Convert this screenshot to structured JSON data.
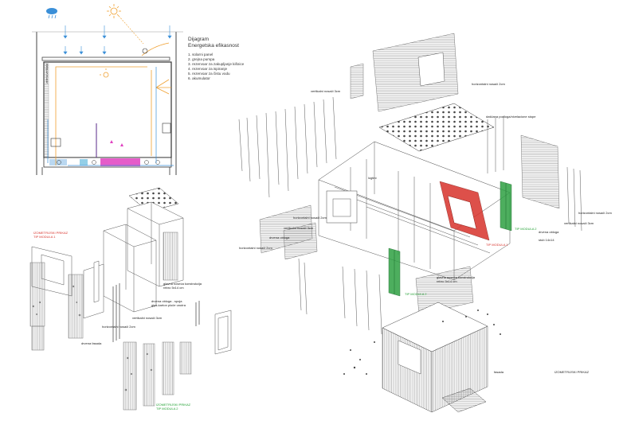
{
  "legend": {
    "title": "Dijagram",
    "subtitle": "Energetska efikasnost",
    "items": [
      "1. solarni panel",
      "2. grejna pumpa",
      "3. rezervoar za zakupljanje kišnice",
      "4. rezervoar za ispiranje",
      "5. rezervoar za čistu vodu",
      "6. akumulator"
    ]
  },
  "section": {
    "wall_label": "zelena vertikala"
  },
  "left_axon": {
    "title_1": "IZOMETRIJSKI PRIKAZ",
    "subtitle_1": "TIP MODULA 1",
    "title_2": "IZOMETRIJSKI PRIKAZ",
    "subtitle_2": "TIP MODULA 2",
    "labels": {
      "glavna": "glavna noseća konstrukcija",
      "glavna_dim": "rebro 5x14 cm",
      "obloga": "drvena obloga - spoja",
      "obloga2": "gips-karton ploče unutra",
      "vert": "vertikalni nosači 3cm",
      "horiz": "horizontalni nosači 2cm",
      "fasada": "drvena fasada"
    }
  },
  "right_axon": {
    "labels": {
      "vert_top": "vertikalni nosači 3cm",
      "horiz_top": "horizontalni nosači 2cm",
      "stepenik": "daščana podloga/nivelacione stope",
      "logtini": "logtini",
      "horiz_mid": "horizontalni nosači 2cm",
      "vert_mid": "vertikalni nosači 3cm",
      "obloga": "drvena obloga",
      "horiz_left": "horizontalni nosači 2cm",
      "tip1": "TIP MODULA 1",
      "tip2_top": "TIP MODULA 2",
      "tip2_bot": "TIP MODULA 2",
      "stub": "stub 14x14",
      "horiz_right": "horizontalni nosači 2cm",
      "vert_right": "vertikalni nosači 3cm",
      "drvena_obloga_r": "drvena obloga",
      "glavna": "glavna noseća konstrukcija",
      "glavna_dim": "rebro 5x14 cm",
      "fasada": "fasada",
      "izo": "IZOMETRIJSKI PRIKAZ"
    }
  },
  "colors": {
    "line": "#555555",
    "red": "#d8322b",
    "green": "#2ea043",
    "orange": "#f0a030",
    "blue": "#3a8fd8",
    "magenta": "#e040c0"
  }
}
